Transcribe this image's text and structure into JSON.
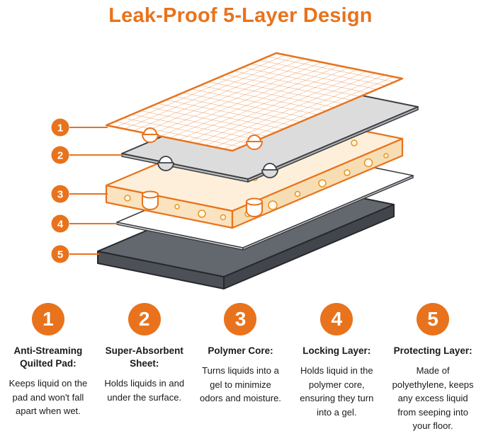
{
  "title": "Leak-Proof 5-Layer Design",
  "colors": {
    "accent_orange": "#E8731C",
    "mesh_orange": "#E8731C",
    "polymer_cream": "#FDEFD9",
    "sheet_gray": "#DCDCDC",
    "base_dark_gray": "#63676E",
    "outline_dark": "#3C4046",
    "text_dark": "#1A1A1A"
  },
  "diagram": {
    "callouts": [
      {
        "number": "1"
      },
      {
        "number": "2"
      },
      {
        "number": "3"
      },
      {
        "number": "4"
      },
      {
        "number": "5"
      }
    ],
    "layer_icons": [
      "quilted-mesh-layer",
      "absorbent-sheet-layer",
      "polymer-core-layer",
      "locking-layer",
      "protecting-base-layer"
    ]
  },
  "legend": {
    "items": [
      {
        "number": "1",
        "heading": "Anti-Streaming Quilted Pad:",
        "body": "Keeps liquid on the pad and won't fall apart when wet."
      },
      {
        "number": "2",
        "heading": "Super-Absorbent Sheet:",
        "body": "Holds liquids in and under the surface."
      },
      {
        "number": "3",
        "heading": "Polymer Core:",
        "body": "Turns liquids into a gel to minimize odors and moisture."
      },
      {
        "number": "4",
        "heading": "Locking Layer:",
        "body": "Holds liquid in the polymer core, ensuring they turn into a gel."
      },
      {
        "number": "5",
        "heading": "Protecting Layer:",
        "body": "Made of polyethylene, keeps any excess liquid from seeping into your floor."
      }
    ]
  }
}
